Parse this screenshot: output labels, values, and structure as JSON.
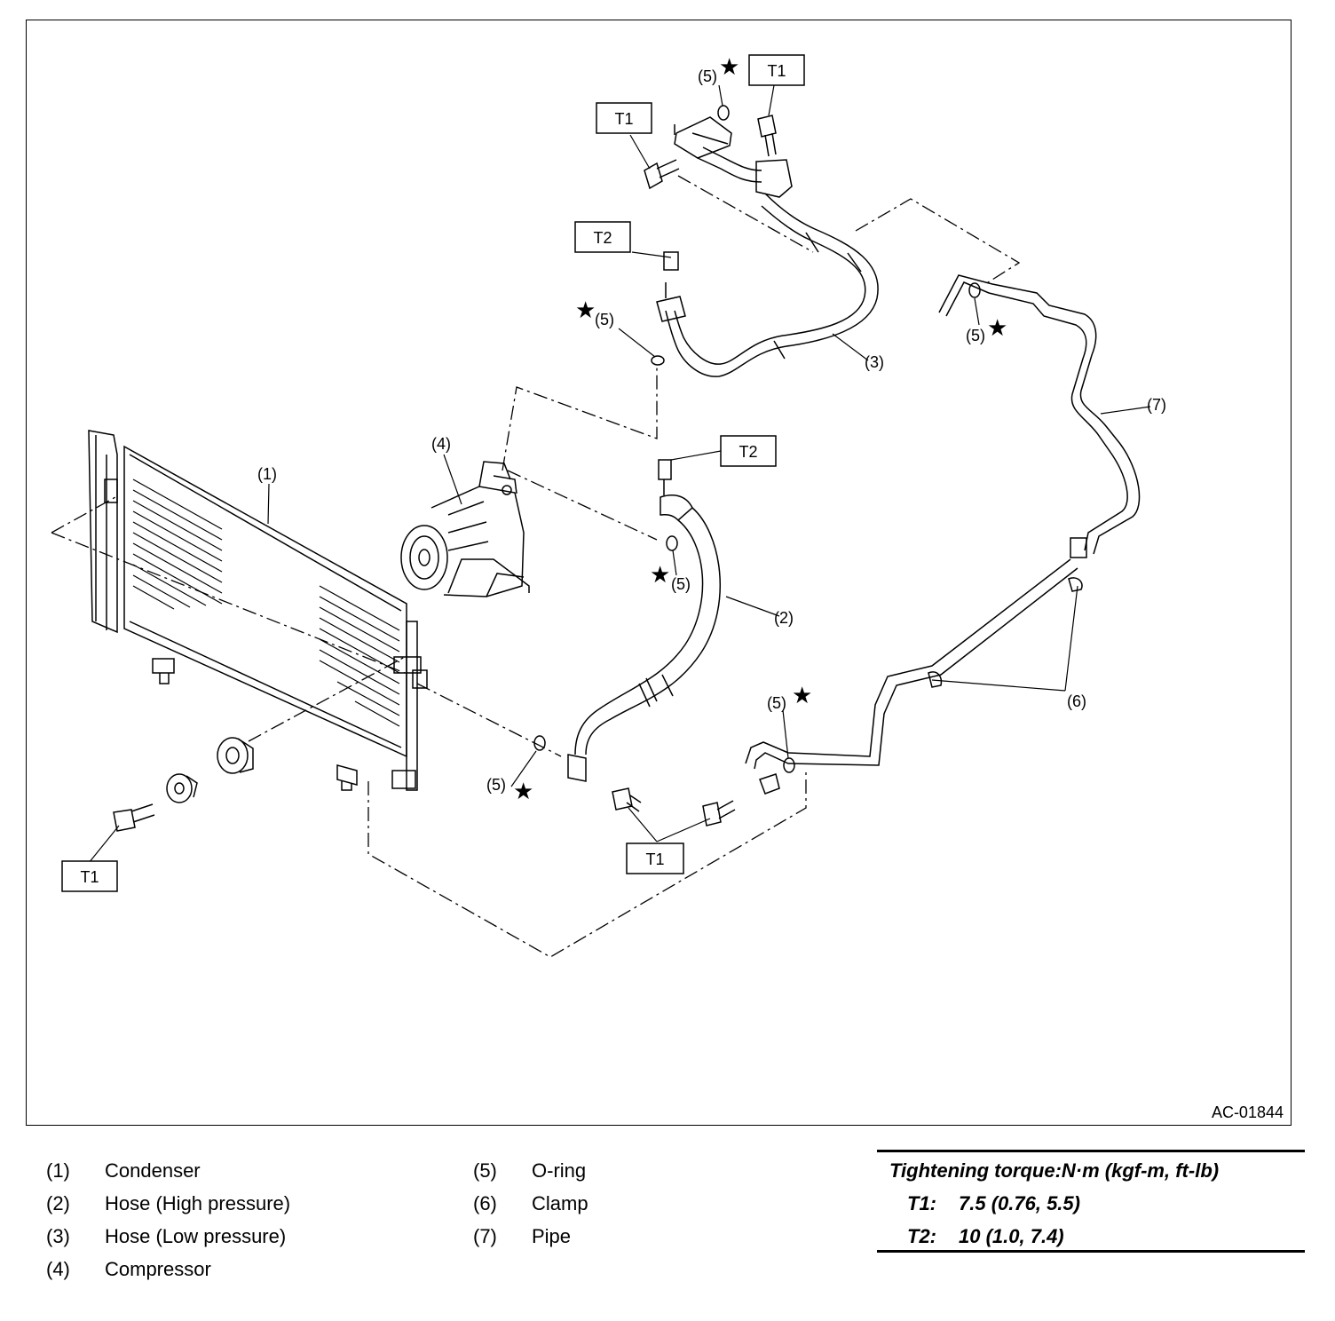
{
  "diagram": {
    "code": "AC-01844",
    "callouts": {
      "c1": "(1)",
      "c2": "(2)",
      "c3": "(3)",
      "c4": "(4)",
      "c5": "(5)",
      "c6": "(6)",
      "c7": "(7)",
      "t1": "T1",
      "t2": "T2",
      "star": "★"
    }
  },
  "legend": {
    "left": [
      {
        "num": "(1)",
        "label": "Condenser"
      },
      {
        "num": "(2)",
        "label": "Hose (High pressure)"
      },
      {
        "num": "(3)",
        "label": "Hose (Low pressure)"
      },
      {
        "num": "(4)",
        "label": "Compressor"
      }
    ],
    "mid": [
      {
        "num": "(5)",
        "label": "O-ring"
      },
      {
        "num": "(6)",
        "label": "Clamp"
      },
      {
        "num": "(7)",
        "label": "Pipe"
      }
    ]
  },
  "torque": {
    "title": "Tightening torque:N·m (kgf-m, ft-lb)",
    "t1_key": "T1:",
    "t1_value": "7.5 (0.76, 5.5)",
    "t2_key": "T2:",
    "t2_value": "10 (1.0, 7.4)"
  }
}
